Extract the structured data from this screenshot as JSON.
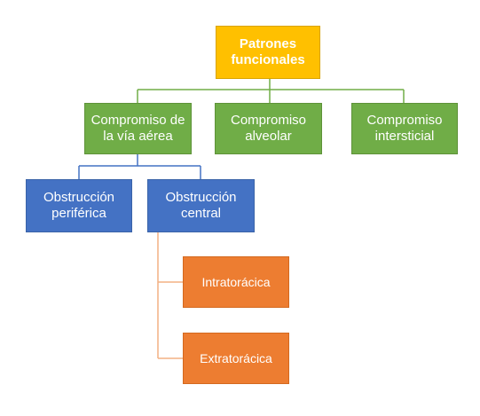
{
  "colors": {
    "root": "#FFC000",
    "level1": "#70AD47",
    "level2": "#4472C4",
    "level3": "#ED7D31",
    "connector_level1": "#70AD47",
    "connector_level2": "#4472C4",
    "connector_level3": "#F4B183"
  },
  "root": {
    "label": "Patrones\nfuncionales"
  },
  "level1": [
    {
      "label": "Compromiso de\nla vía aérea"
    },
    {
      "label": "Compromiso\nalveolar"
    },
    {
      "label": "Compromiso\nintersticial"
    }
  ],
  "level2": [
    {
      "label": "Obstrucción\nperiférica"
    },
    {
      "label": "Obstrucción\ncentral"
    }
  ],
  "level3": [
    {
      "label": "Intratorácica"
    },
    {
      "label": "Extratorácica"
    }
  ]
}
